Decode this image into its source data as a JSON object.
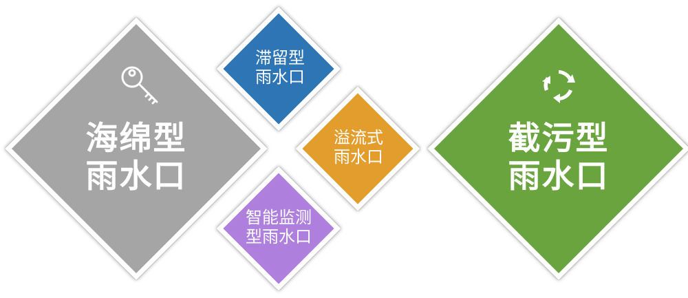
{
  "nodes": [
    {
      "id": "sponge",
      "lines": [
        "海绵型",
        "雨水口"
      ],
      "icon": "key-icon",
      "color": "#a5a5a5"
    },
    {
      "id": "retention",
      "lines": [
        "滞留型",
        "雨水口"
      ],
      "color": "#2e75b6"
    },
    {
      "id": "overflow",
      "lines": [
        "溢流式",
        "雨水口"
      ],
      "color": "#e29d2d"
    },
    {
      "id": "smart",
      "lines": [
        "智能监测",
        "型雨水口"
      ],
      "color": "#ae7fdc"
    },
    {
      "id": "interception",
      "lines": [
        "截污型",
        "雨水口"
      ],
      "icon": "recycle-icon",
      "color": "#6aa43e"
    }
  ]
}
